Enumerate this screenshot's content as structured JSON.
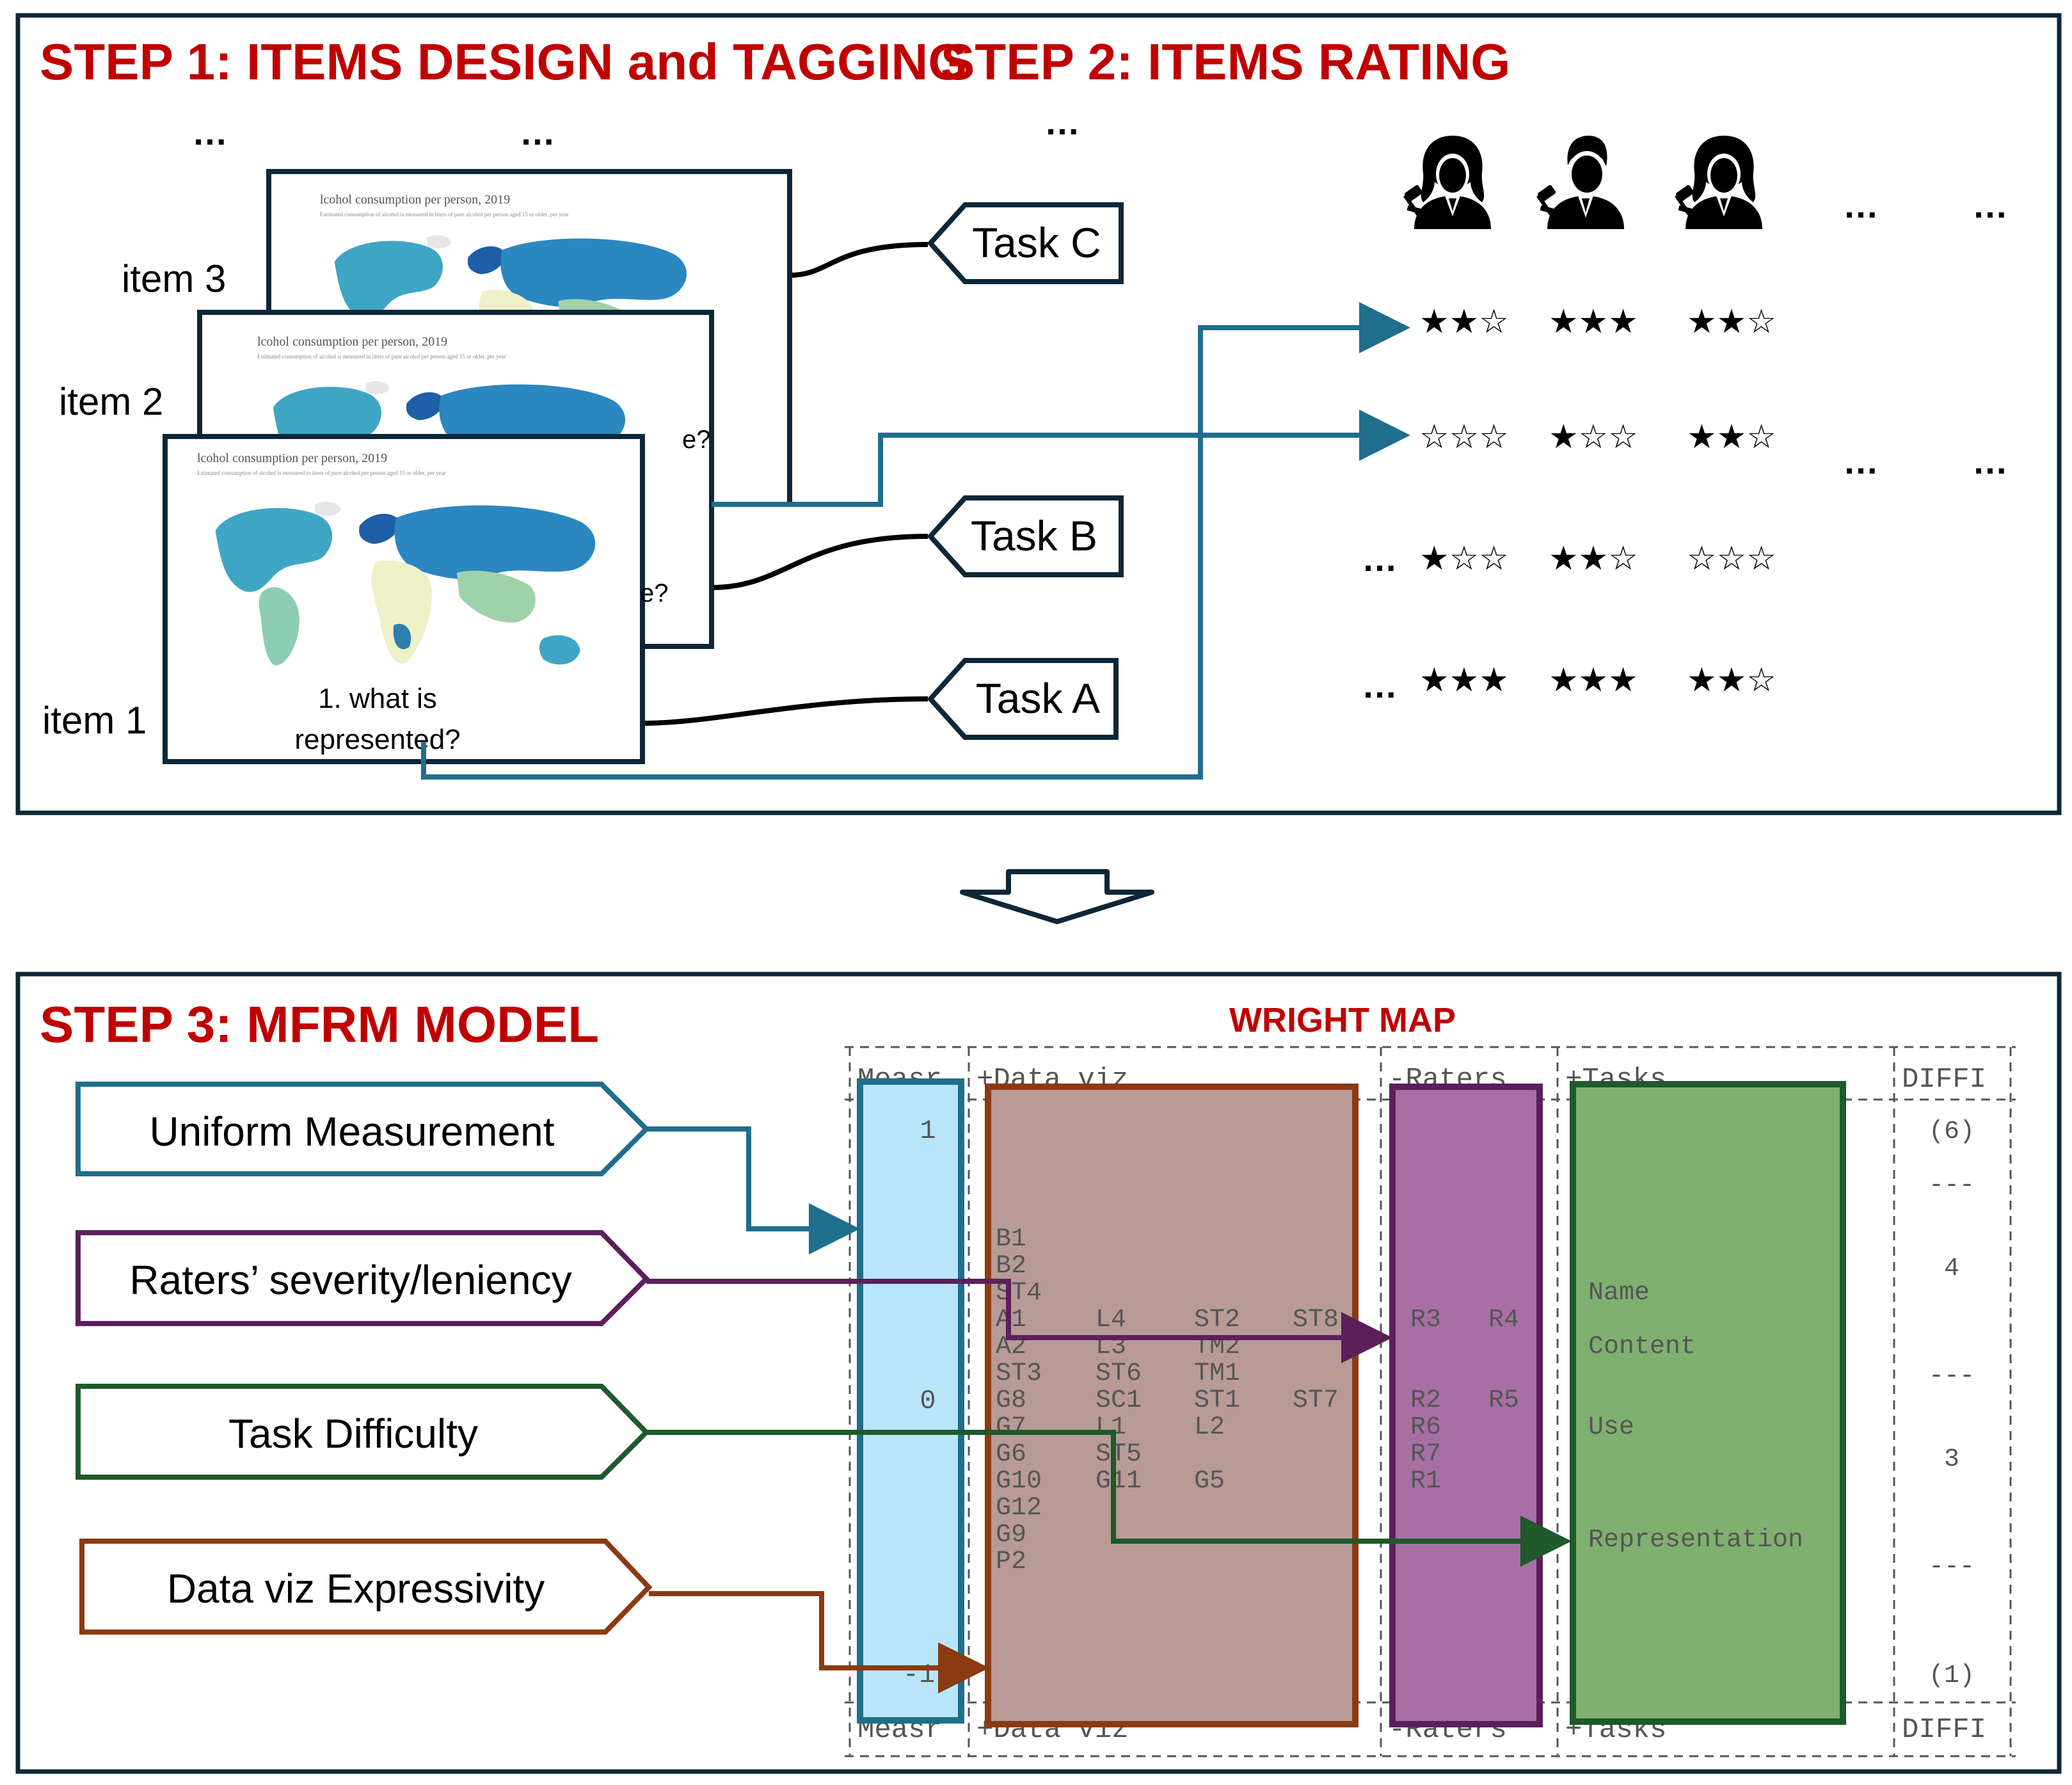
{
  "step1": {
    "title": "STEP 1: ITEMS DESIGN  and TAGGING"
  },
  "step2": {
    "title": "STEP 2: ITEMS RATING"
  },
  "step3": {
    "title": "STEP 3: MFRM MODEL"
  },
  "ellipsis": "…",
  "items": {
    "labels": [
      "item 3",
      "item 2",
      "item 1"
    ],
    "card_title": "lcohol consumption per person, 2019",
    "card_subtitle": "Estimated consumption of alcohol is measured in liters of pure alcohol per person aged 15 or older, per year",
    "question_line1": "1. what is",
    "question_line2": "represented?",
    "partial_question": "e?"
  },
  "tasks": [
    "Task C",
    "Task B",
    "Task A"
  ],
  "ratings": {
    "rows": [
      [
        "★★☆",
        "★★★",
        "★★☆"
      ],
      [
        "☆☆☆",
        "★☆☆",
        "★★☆"
      ],
      [
        "★☆☆",
        "★★☆",
        "☆☆☆"
      ],
      [
        "★★★",
        "★★★",
        "★★☆"
      ]
    ]
  },
  "facets": [
    "Uniform Measurement",
    "Raters’ severity/leniency",
    "Task Difficulty",
    "Data viz Expressivity"
  ],
  "wright_map": {
    "title": "WRIGHT MAP",
    "headers": [
      "Measr",
      "+Data viz",
      "-Raters",
      "+Tasks",
      "DIFFI"
    ],
    "measures": [
      "1",
      "0",
      "-1"
    ],
    "dataviz_col1": [
      "B1",
      "B2",
      "ST4",
      "A1",
      "A2",
      "ST3",
      "G8",
      "G7",
      "G6",
      "G10",
      "G12",
      "G9",
      "P2"
    ],
    "dataviz_col2": [
      "L4",
      "L3",
      "ST6",
      "SC1",
      "L1",
      "ST5",
      "G11"
    ],
    "dataviz_col3": [
      "ST2",
      "TM2",
      "TM1",
      "ST1",
      "L2",
      "G5"
    ],
    "dataviz_col4": [
      "ST8",
      "ST7"
    ],
    "raters": [
      "R3",
      "R4",
      "R2",
      "R5",
      "R6",
      "R7",
      "R1"
    ],
    "tasks": [
      "Name",
      "Content",
      "Use",
      "Representation"
    ],
    "difficulty": [
      "(6)",
      "---",
      "4",
      "---",
      "3",
      "---",
      "(1)"
    ]
  },
  "colors": {
    "title_red": "#c00000",
    "uniform_blue": "#1f6e8c",
    "raters_purple": "#5c1f5c",
    "task_green": "#1e5a2a",
    "dataviz_brown": "#8b3a12",
    "box_navy": "#0d2738"
  }
}
